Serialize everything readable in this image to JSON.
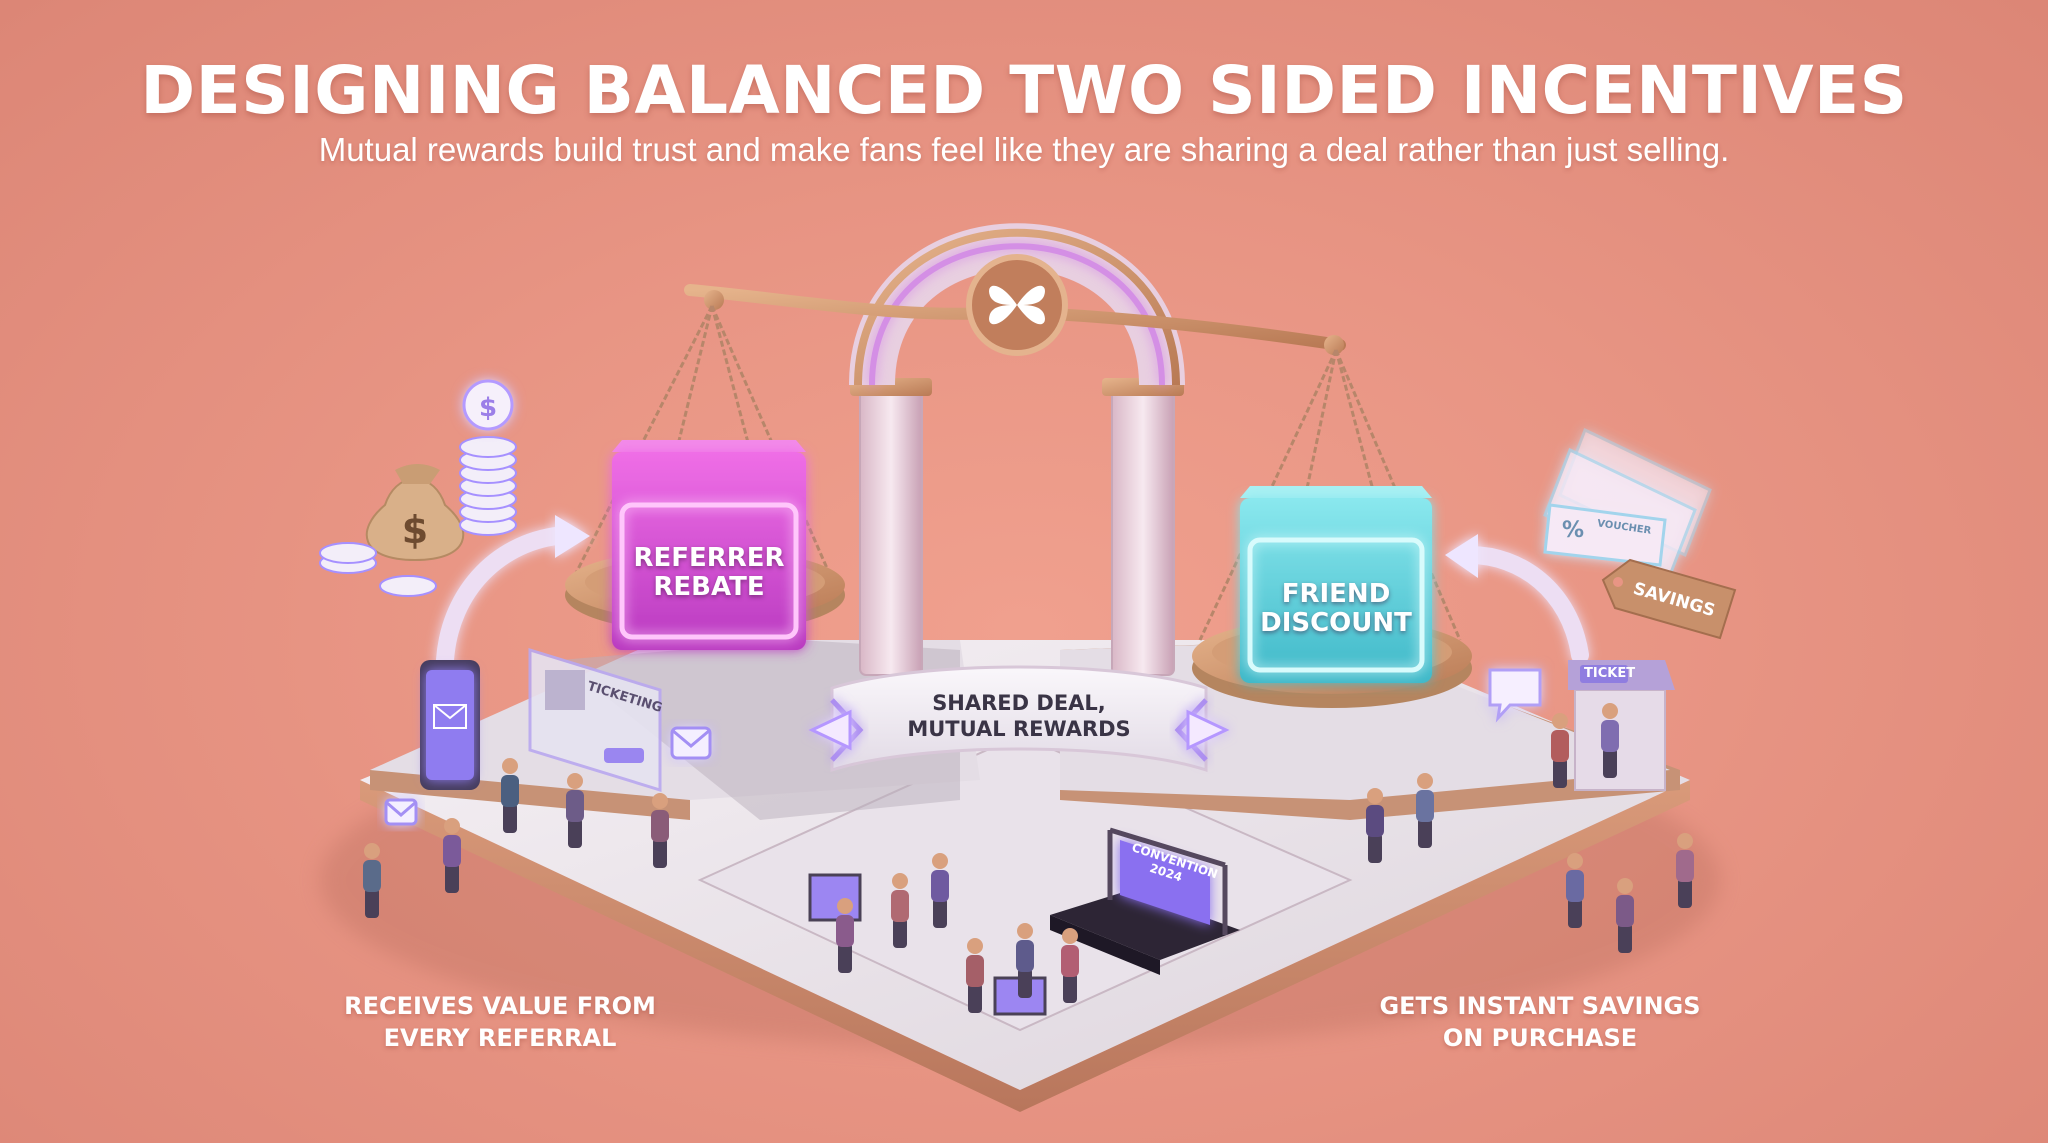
{
  "header": {
    "title": "DESIGNING BALANCED TWO SIDED INCENTIVES",
    "subtitle": "Mutual rewards build trust and make fans feel like they are sharing a deal rather than just selling."
  },
  "scale": {
    "left_box": {
      "line1": "REFERRER",
      "line2": "REBATE",
      "color": "#e04fd6"
    },
    "right_box": {
      "line1": "FRIEND",
      "line2": "DISCOUNT",
      "color": "#62d6e0"
    },
    "banner": {
      "line1": "SHARED DEAL,",
      "line2": "MUTUAL REWARDS"
    }
  },
  "left_caption": {
    "line1": "RECEIVES VALUE FROM",
    "line2": "EVERY REFERRAL"
  },
  "right_caption": {
    "line1": "GETS INSTANT SAVINGS",
    "line2": "ON PURCHASE"
  },
  "props": {
    "ticketing_panel": "TICKETING",
    "ticket_booth": "TICKET",
    "savings_tag": "SAVINGS",
    "voucher": "VOUCHER",
    "stage_screen_line1": "CONVENTION",
    "stage_screen_line2": "2024",
    "money_symbol": "$",
    "percent_symbol": "%"
  },
  "colors": {
    "background": "#e89584",
    "neon_pink": "#e04fd6",
    "neon_cyan": "#62d6e0",
    "platform": "#ece6ec",
    "gold": "#c98a5a"
  }
}
